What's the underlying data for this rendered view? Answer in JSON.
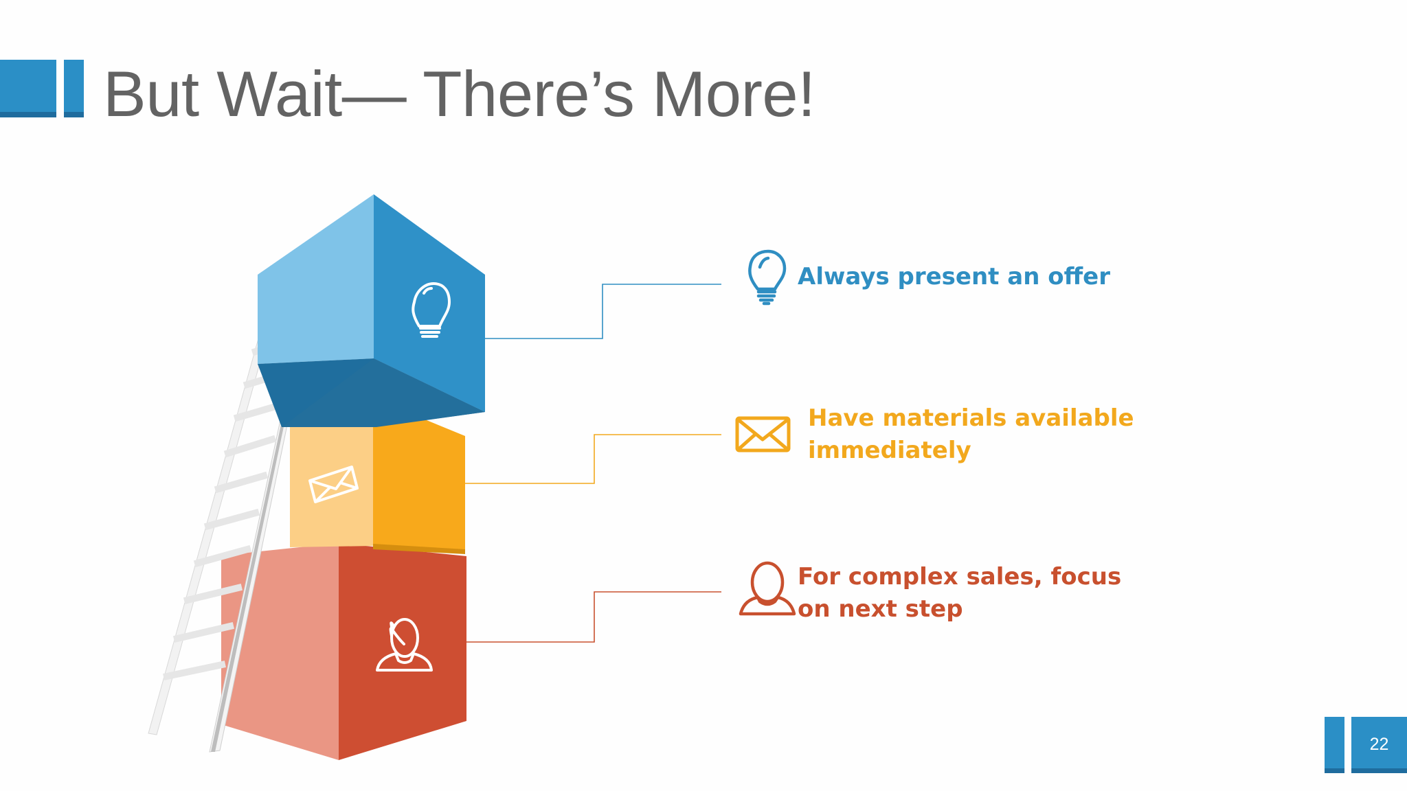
{
  "slide": {
    "title": "But Wait— There’s More!",
    "page_number": "22"
  },
  "items": [
    {
      "text_lines": [
        "Always present an offer"
      ],
      "icon": "lightbulb-icon",
      "color": "#2f8ec2"
    },
    {
      "text_lines": [
        "Have materials available",
        "immediately"
      ],
      "icon": "envelope-icon",
      "color": "#f2a81d"
    },
    {
      "text_lines": [
        "For complex sales, focus",
        "on next step"
      ],
      "icon": "person-icon",
      "color": "#c8502e"
    }
  ],
  "graphic": {
    "blocks": [
      {
        "icon": "lightbulb-icon",
        "color": "#2f8ec2"
      },
      {
        "icon": "envelope-icon",
        "color": "#f2a81d"
      },
      {
        "icon": "person-icon",
        "color": "#c8502e"
      }
    ],
    "ladder_icon": "ladder-icon"
  },
  "colors": {
    "accent": "#2f8ec2",
    "title": "#636363"
  }
}
